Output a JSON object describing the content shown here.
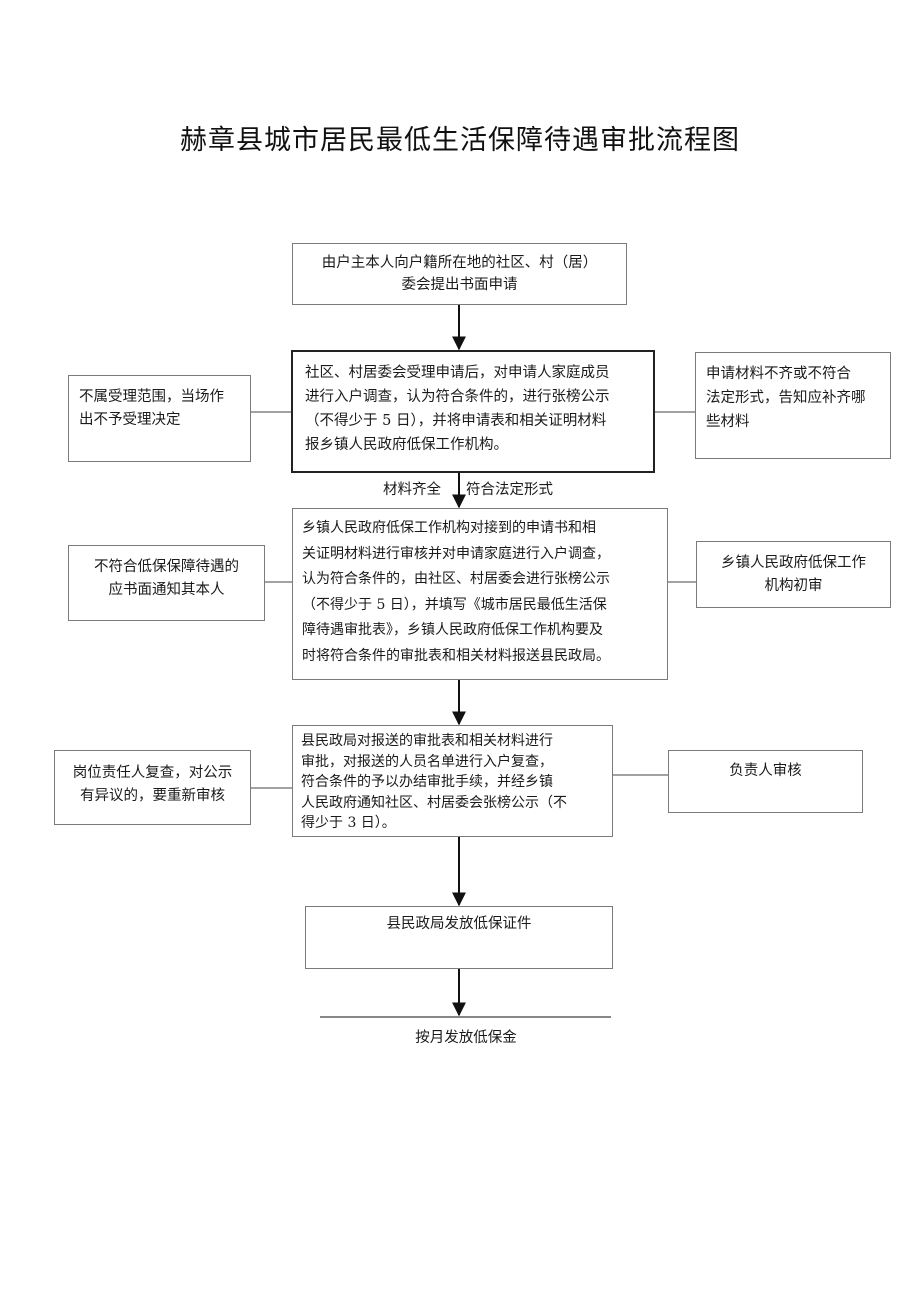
{
  "title": "赫章县城市居民最低生活保障待遇审批流程图",
  "boxes": {
    "apply": {
      "lines": [
        "由户主本人向户籍所在地的社区、村（居）",
        "委会提出书面申请"
      ]
    },
    "accept": {
      "lines": [
        "社区、村居委会受理申请后，对申请人家庭成员",
        "进行入户调查，认为符合条件的，进行张榜公示",
        "（不得少于 5 日），并将申请表和相关证明材料",
        "报乡镇人民政府低保工作机构。"
      ]
    },
    "reject_scope": {
      "lines": [
        "不属受理范围，当场作",
        "出不予受理决定"
      ]
    },
    "incomplete": {
      "lines": [
        "申请材料不齐或不符合",
        "法定形式，告知应补齐哪",
        "些材料"
      ]
    },
    "township_review": {
      "lines": [
        "乡镇人民政府低保工作机构对接到的申请书和相",
        "关证明材料进行审核并对申请家庭进行入户调查，",
        "认为符合条件的，由社区、村居委会进行张榜公示",
        "（不得少于 5 日），并填写《城市居民最低生活保",
        "障待遇审批表》，乡镇人民政府低保工作机构要及",
        "时将符合条件的审批表和相关材料报送县民政局。"
      ]
    },
    "not_eligible": {
      "lines": [
        "不符合低保保障待遇的",
        "应书面通知其本人"
      ]
    },
    "township_initial": {
      "lines": [
        "乡镇人民政府低保工作",
        "机构初审"
      ]
    },
    "county_review": {
      "lines": [
        "县民政局对报送的审批表和相关材料进行",
        "审批，对报送的人员名单进行入户复查，",
        "符合条件的予以办结审批手续，并经乡镇",
        "人民政府通知社区、村居委会张榜公示（不",
        "得少于 3 日）。"
      ]
    },
    "recheck": {
      "lines": [
        "岗位责任人复查，对公示",
        "有异议的，要重新审核"
      ]
    },
    "head_review": {
      "lines": [
        "负责人审核"
      ]
    },
    "issue_cert": {
      "lines": [
        "县民政局发放低保证件"
      ]
    }
  },
  "arrow_labels": {
    "complete": "材料齐全",
    "legal_form": "符合法定形式"
  },
  "final_step": "按月发放低保金"
}
